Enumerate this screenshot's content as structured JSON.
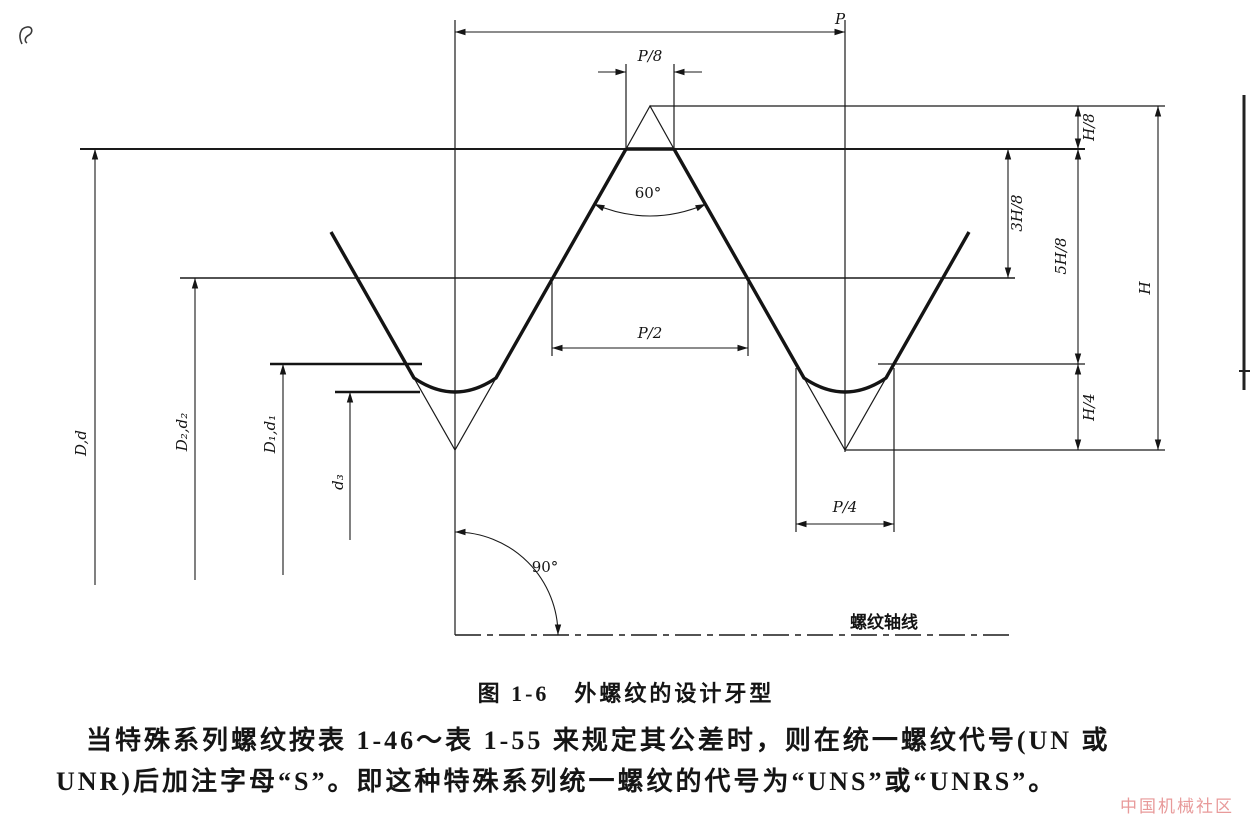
{
  "figure": {
    "caption": "图 1-6　外螺纹的设计牙型",
    "axis_label": "螺纹轴线",
    "angles": {
      "flank": "60°",
      "root": "90°"
    },
    "dims": {
      "p": "P",
      "p8": "P/8",
      "p2": "P/2",
      "p4": "P/4",
      "h": "H",
      "h8": "H/8",
      "h58": "5H/8",
      "h38": "3H/8",
      "h4": "H/4",
      "dd": "D,d",
      "d2d2": "D₂,d₂",
      "d1d1": "D₁,d₁",
      "d3": "d₃"
    }
  },
  "text": {
    "para_line1": "当特殊系列螺纹按表 1-46～表 1-55 来规定其公差时，则在统一螺纹代号(UN 或",
    "para_line2": "UNR)后加注字母“S”。即这种特殊系列统一螺纹的代号为“UNS”或“UNRS”。"
  },
  "watermark": {
    "text": "中国机械社区",
    "color": "#e89a9a"
  }
}
